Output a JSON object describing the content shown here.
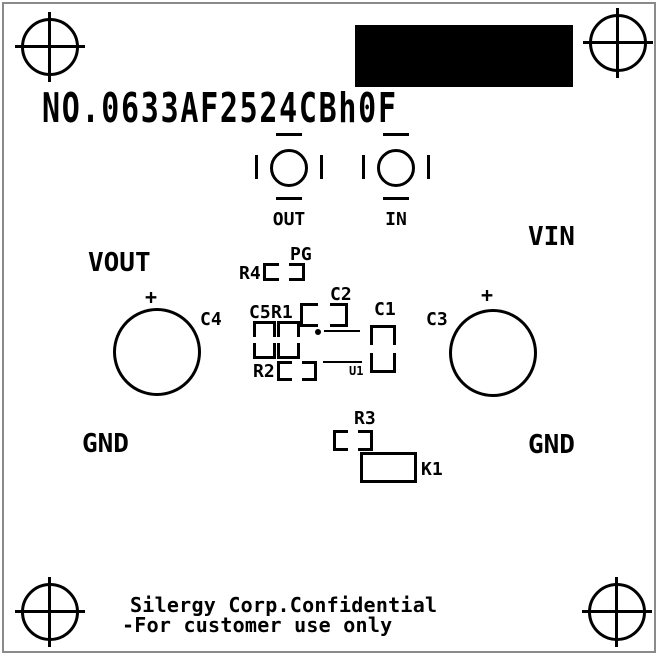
{
  "board": {
    "title": "NO.0633AF2524CBh0F",
    "footer_line1": "Silergy Corp.Confidential",
    "footer_line2": "-For customer use only"
  },
  "terminals": [
    {
      "name": "out",
      "label": "OUT"
    },
    {
      "name": "in",
      "label": "IN"
    }
  ],
  "net_labels": {
    "vout": "VOUT",
    "vin": "VIN",
    "gnd_left": "GND",
    "gnd_right": "GND"
  },
  "components": {
    "r4": {
      "ref": "R4",
      "pin": "PG"
    },
    "c2": {
      "ref": "C2"
    },
    "c5": {
      "ref": "C5"
    },
    "r1": {
      "ref": "R1"
    },
    "r2": {
      "ref": "R2"
    },
    "c1": {
      "ref": "C1"
    },
    "u1": {
      "ref": "U1"
    },
    "r3": {
      "ref": "R3"
    },
    "k1": {
      "ref": "K1"
    },
    "c4": {
      "ref": "C4",
      "polarity": "+"
    },
    "c3": {
      "ref": "C3",
      "polarity": "+"
    }
  },
  "colors": {
    "silkscreen": "#000000",
    "background": "#ffffff",
    "frame": "#8a8a8a",
    "redacted_block": "#000000"
  }
}
